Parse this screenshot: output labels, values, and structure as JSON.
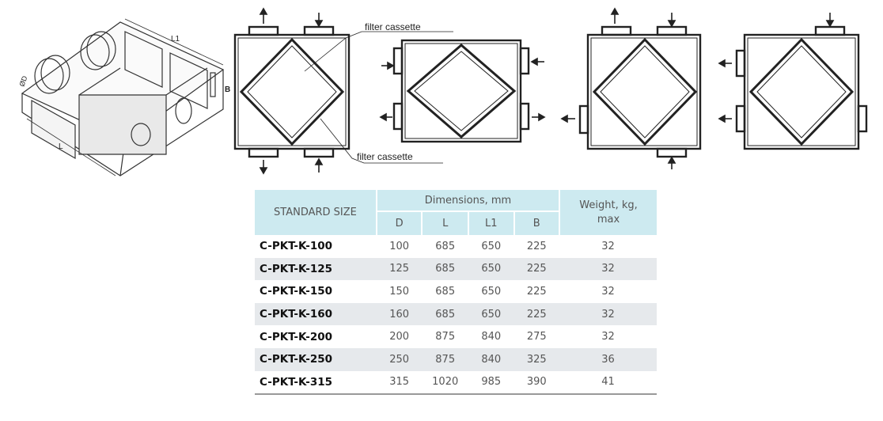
{
  "diagram": {
    "iso_labels": {
      "d": "ØD",
      "l1": "L1",
      "b": "B",
      "l": "L"
    },
    "callouts": {
      "top": "filter cassette",
      "bottom": "filter cassette"
    }
  },
  "table": {
    "standard_size_header": "STANDARD SIZE",
    "dimensions_header": "Dimensions, mm",
    "weight_header": "Weight, kg, max",
    "sub_headers": [
      "D",
      "L",
      "L1",
      "B"
    ],
    "rows": [
      {
        "model": "C-PKT-K-100",
        "d": "100",
        "l": "685",
        "l1": "650",
        "b": "225",
        "weight": "32"
      },
      {
        "model": "C-PKT-K-125",
        "d": "125",
        "l": "685",
        "l1": "650",
        "b": "225",
        "weight": "32"
      },
      {
        "model": "C-PKT-K-150",
        "d": "150",
        "l": "685",
        "l1": "650",
        "b": "225",
        "weight": "32"
      },
      {
        "model": "C-PKT-K-160",
        "d": "160",
        "l": "685",
        "l1": "650",
        "b": "225",
        "weight": "32"
      },
      {
        "model": "C-PKT-K-200",
        "d": "200",
        "l": "875",
        "l1": "840",
        "b": "275",
        "weight": "32"
      },
      {
        "model": "C-PKT-K-250",
        "d": "250",
        "l": "875",
        "l1": "840",
        "b": "325",
        "weight": "36"
      },
      {
        "model": "C-PKT-K-315",
        "d": "315",
        "l": "1020",
        "l1": "985",
        "b": "390",
        "weight": "41"
      }
    ]
  },
  "colors": {
    "header_bg": "#cdeaf0",
    "alt_row_bg": "#e6e9ec",
    "line": "#222222"
  }
}
